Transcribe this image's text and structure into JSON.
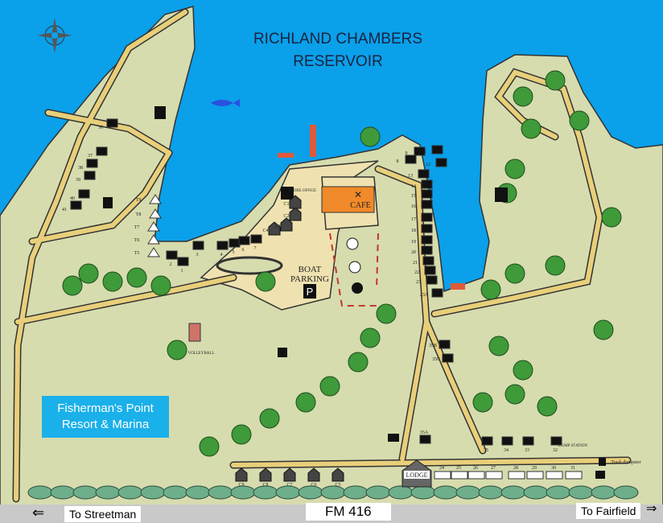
{
  "map": {
    "title_line1": "RICHLAND CHAMBERS",
    "title_line2": "RESERVOIR",
    "brand_line1": "Fisherman's Point",
    "brand_line2": "Resort & Marina",
    "highway": "FM 416",
    "to_west": "To Streetman",
    "to_east": "To Fairfield",
    "cafe": "CAFE",
    "lodge": "LODGE",
    "boat_parking_1": "BOAT",
    "boat_parking_2": "PARKING",
    "parking_sign": "P",
    "store_office": "STORE OFFICE",
    "volleyball": "VOLLEYBALL",
    "dump_station": "DUMP STATION",
    "trash": "Trash dumpster",
    "colors": {
      "water": "#0aa0ea",
      "land": "#d9ddb0",
      "road": "#e8cf7a",
      "tree": "#3f9a3a",
      "brand": "#1ab0ea"
    }
  },
  "sites": {
    "peninsula_rv": [
      "36",
      "37",
      "38",
      "39",
      "40",
      "41"
    ],
    "tents": [
      "T9",
      "T8",
      "T7",
      "T6",
      "T5"
    ],
    "shore": [
      "1",
      "2",
      "3",
      "4",
      "5",
      "6",
      "7"
    ],
    "cabins_north": [
      "C4",
      "C3",
      "C2",
      "C1"
    ],
    "east_row": [
      "9",
      "11",
      "8",
      "12",
      "13",
      "14",
      "15",
      "16",
      "17",
      "18",
      "19",
      "20",
      "21",
      "22",
      "23",
      "23A"
    ],
    "center": [
      "35B",
      "35C",
      "35A"
    ],
    "south_row": [
      "35",
      "34",
      "33",
      "32"
    ],
    "lodge_row": [
      "24",
      "25",
      "26",
      "27",
      "28",
      "29",
      "30",
      "31"
    ],
    "cabins_south": [
      "C9",
      "C8",
      "C7",
      "C6",
      "C5"
    ]
  }
}
